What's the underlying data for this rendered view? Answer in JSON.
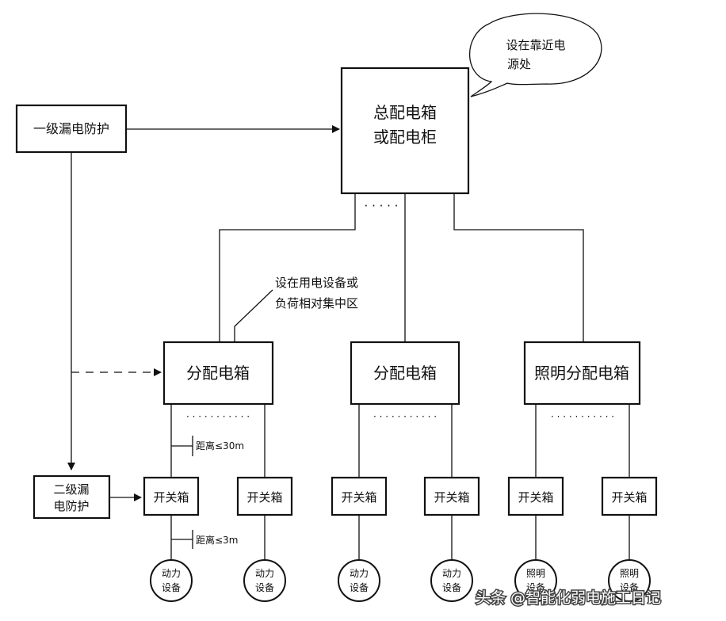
{
  "nodes": {
    "main_box": [
      "总配电箱",
      "或配电柜"
    ],
    "callout_main": [
      "设在靠近电",
      "源处"
    ],
    "level1_protection": "一级漏电防护",
    "dist_box_1": "分配电箱",
    "dist_box_2": "分配电箱",
    "lighting_dist_box": "照明分配电箱",
    "callout_dist": [
      "设在用电设备或",
      "负荷相对集中区"
    ],
    "level2_protection": [
      "二级漏",
      "电防护"
    ],
    "switch_box": "开关箱",
    "distance_1": "距离≤30m",
    "distance_2": "距离≤3m",
    "power_equipment": [
      "动力",
      "设备"
    ],
    "lighting_equipment": [
      "照明",
      "设备"
    ],
    "ellipsis_main": "· · · · ·",
    "ellipsis_branch": "· · · · · · · · · · ·"
  },
  "watermark": "头条 @智能化弱电施工日记",
  "colors": {
    "line": "#111111",
    "background": "#ffffff"
  }
}
